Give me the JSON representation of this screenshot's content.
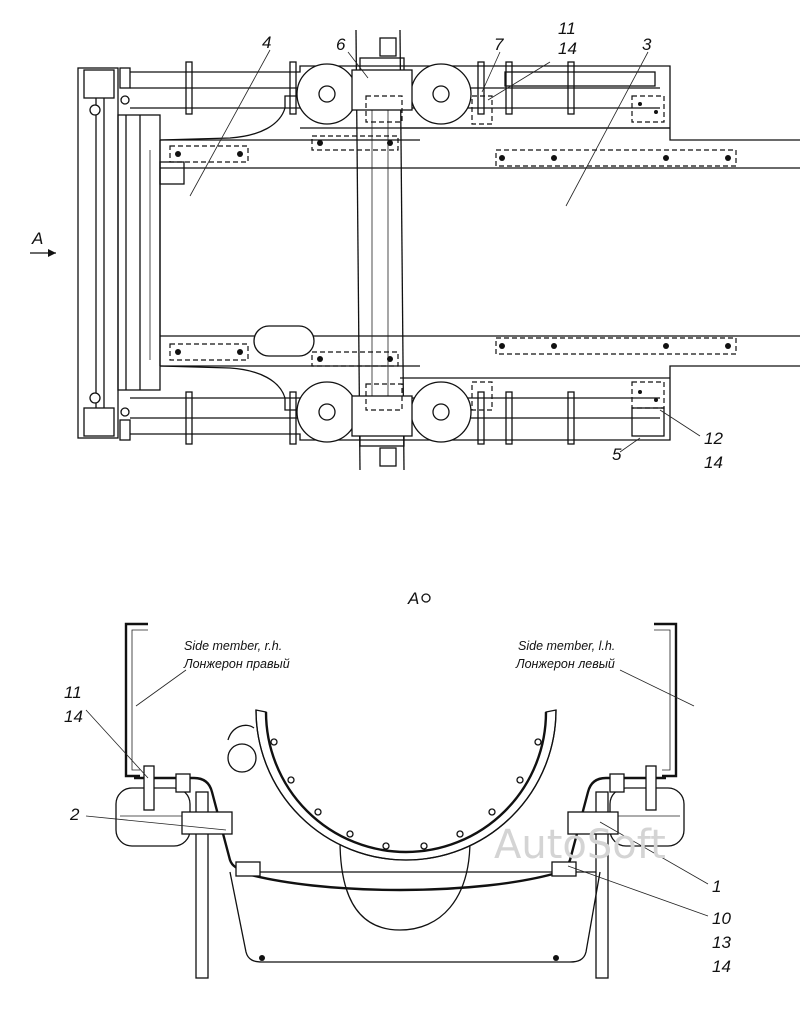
{
  "callouts": {
    "c1": "1",
    "c2": "2",
    "c3": "3",
    "c4": "4",
    "c5": "5",
    "c6": "6",
    "c7": "7",
    "c10": "10",
    "c11_top": "11",
    "c14_top": "14",
    "c12": "12",
    "c14_mid": "14",
    "c11_low": "11",
    "c14_low": "14",
    "c13": "13",
    "c14_bottom": "14"
  },
  "view_arrow_label": "A",
  "section_label": "A",
  "notes": {
    "right_member_en": "Side member, r.h.",
    "right_member_ru": "Лонжерон правый",
    "left_member_en": "Side member, l.h.",
    "left_member_ru": "Лонжерон левый"
  },
  "watermark": "AutoSoft"
}
